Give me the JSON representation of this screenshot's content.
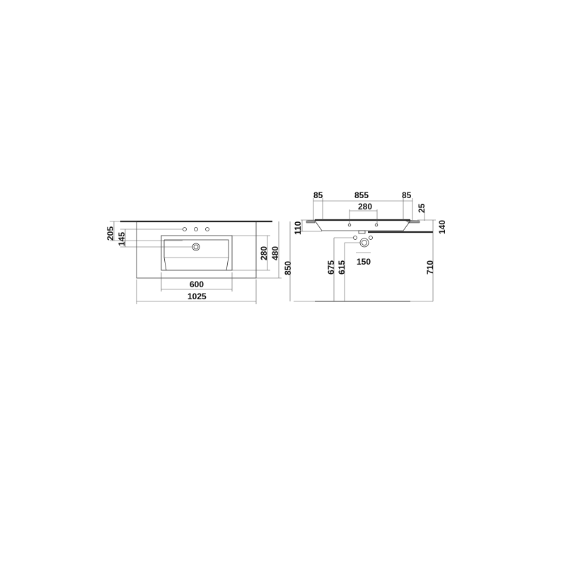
{
  "front_view": {
    "dimensions": {
      "d205": "205",
      "d145": "145",
      "d280": "280",
      "d480": "480",
      "d850": "850",
      "d600": "600",
      "d1025": "1025"
    }
  },
  "side_view": {
    "dimensions": {
      "d85_left": "85",
      "d855": "855",
      "d85_right": "85",
      "d280": "280",
      "d25": "25",
      "d110": "110",
      "d140": "140",
      "d675": "675",
      "d615": "615",
      "d150": "150",
      "d710": "710"
    }
  }
}
